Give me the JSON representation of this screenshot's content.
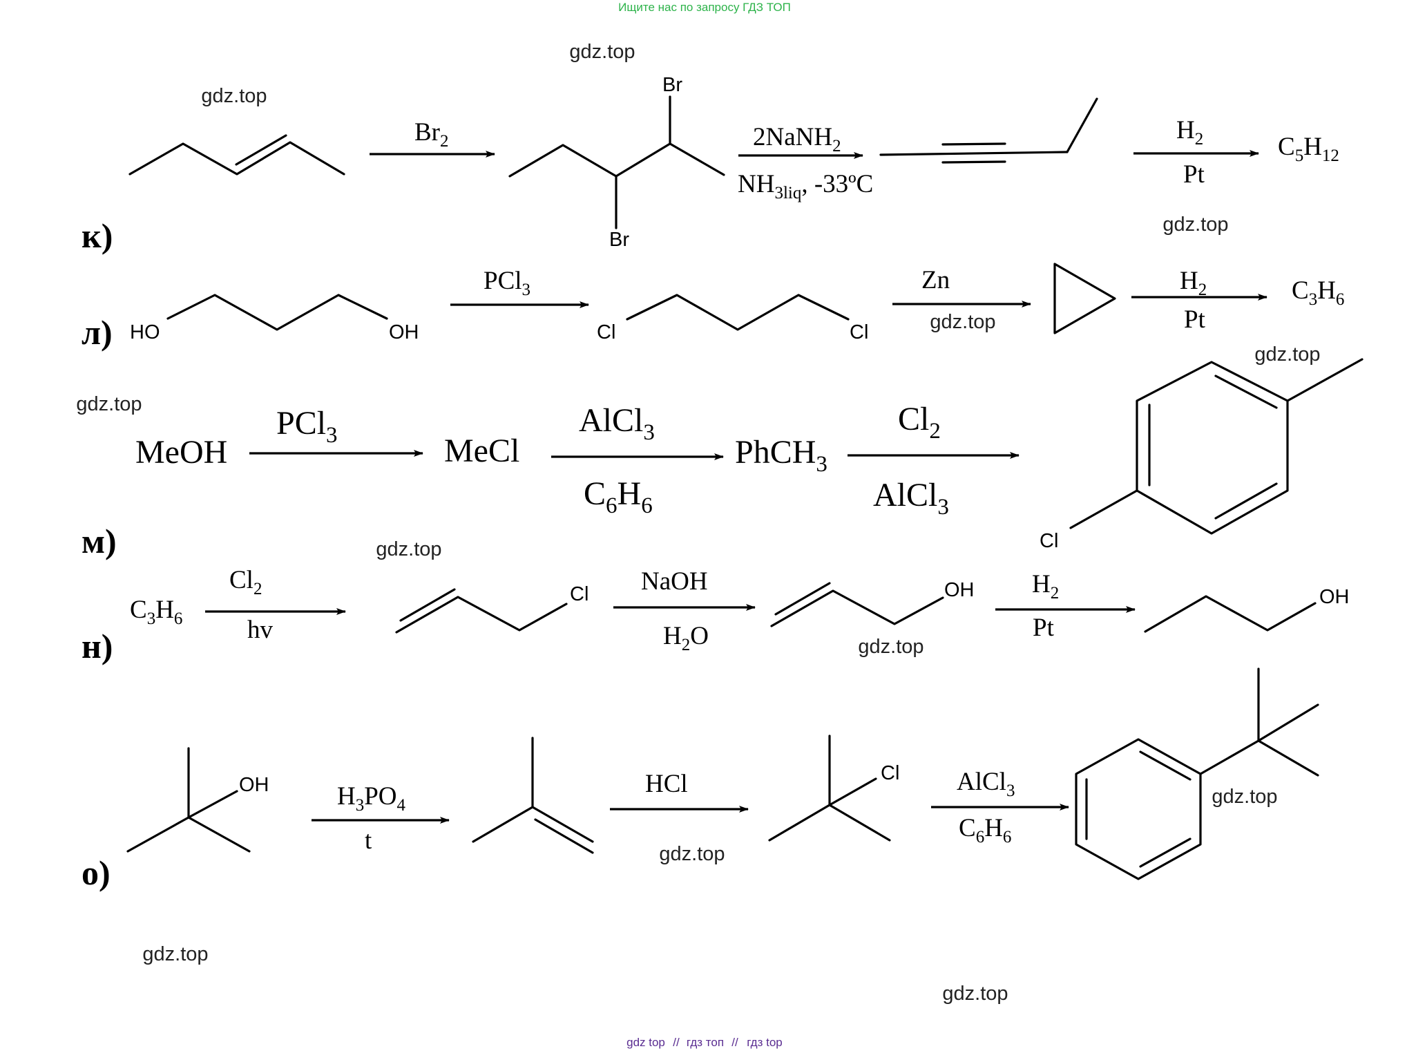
{
  "header_link": "Ищите нас по запросу ГДЗ ТОП",
  "footer_links": [
    "gdz top",
    "//",
    "гдз топ",
    "//",
    "гдз top"
  ],
  "watermark": "gdz.top",
  "rows": {
    "k": {
      "label": "к)",
      "reagent1": "Br",
      "reagent1_sub": "2",
      "atom_br_top": "Br",
      "atom_br_bottom": "Br",
      "reagent2_top": "2NaNH",
      "reagent2_top_sub": "2",
      "reagent2_bottom": "NH",
      "reagent2_bottom_sub": "3liq",
      "reagent2_bottom_tail": ", -33ºC",
      "reagent3_top": "H",
      "reagent3_top_sub": "2",
      "reagent3_bottom": "Pt",
      "product": [
        "C",
        "5",
        "H",
        "12"
      ]
    },
    "l": {
      "label": "л)",
      "atom_ho": "HO",
      "atom_oh": "OH",
      "reagent1": "PCl",
      "reagent1_sub": "3",
      "atom_cl_left": "Cl",
      "atom_cl_right": "Cl",
      "reagent2": "Zn",
      "reagent3_top": "H",
      "reagent3_top_sub": "2",
      "reagent3_bottom": "Pt",
      "product": [
        "C",
        "3",
        "H",
        "6"
      ]
    },
    "m": {
      "label": "м)",
      "start": "MeOH",
      "reagent1": "PCl",
      "reagent1_sub": "3",
      "inter1": "MeCl",
      "reagent2_top": "AlCl",
      "reagent2_top_sub": "3",
      "reagent2_bottom": [
        "C",
        "6",
        "H",
        "6"
      ],
      "inter2": "PhCH",
      "inter2_sub": "3",
      "reagent3_top": "Cl",
      "reagent3_top_sub": "2",
      "reagent3_bottom": "AlCl",
      "reagent3_bottom_sub": "3",
      "atom_cl": "Cl"
    },
    "n": {
      "label": "н)",
      "start": [
        "C",
        "3",
        "H",
        "6"
      ],
      "reagent1_top": "Cl",
      "reagent1_top_sub": "2",
      "reagent1_bottom": "hv",
      "atom_cl": "Cl",
      "reagent2_top": "NaOH",
      "reagent2_bottom": [
        "H",
        "2",
        "O"
      ],
      "atom_oh1": "OH",
      "reagent3_top": "H",
      "reagent3_top_sub": "2",
      "reagent3_bottom": "Pt",
      "atom_oh2": "OH"
    },
    "o": {
      "label": "о)",
      "atom_oh": "OH",
      "reagent1_top": [
        "H",
        "3",
        "PO",
        "4"
      ],
      "reagent1_bottom": "t",
      "reagent2": "HCl",
      "atom_cl": "Cl",
      "reagent3_top": "AlCl",
      "reagent3_top_sub": "3",
      "reagent3_bottom": [
        "C",
        "6",
        "H",
        "6"
      ]
    }
  }
}
